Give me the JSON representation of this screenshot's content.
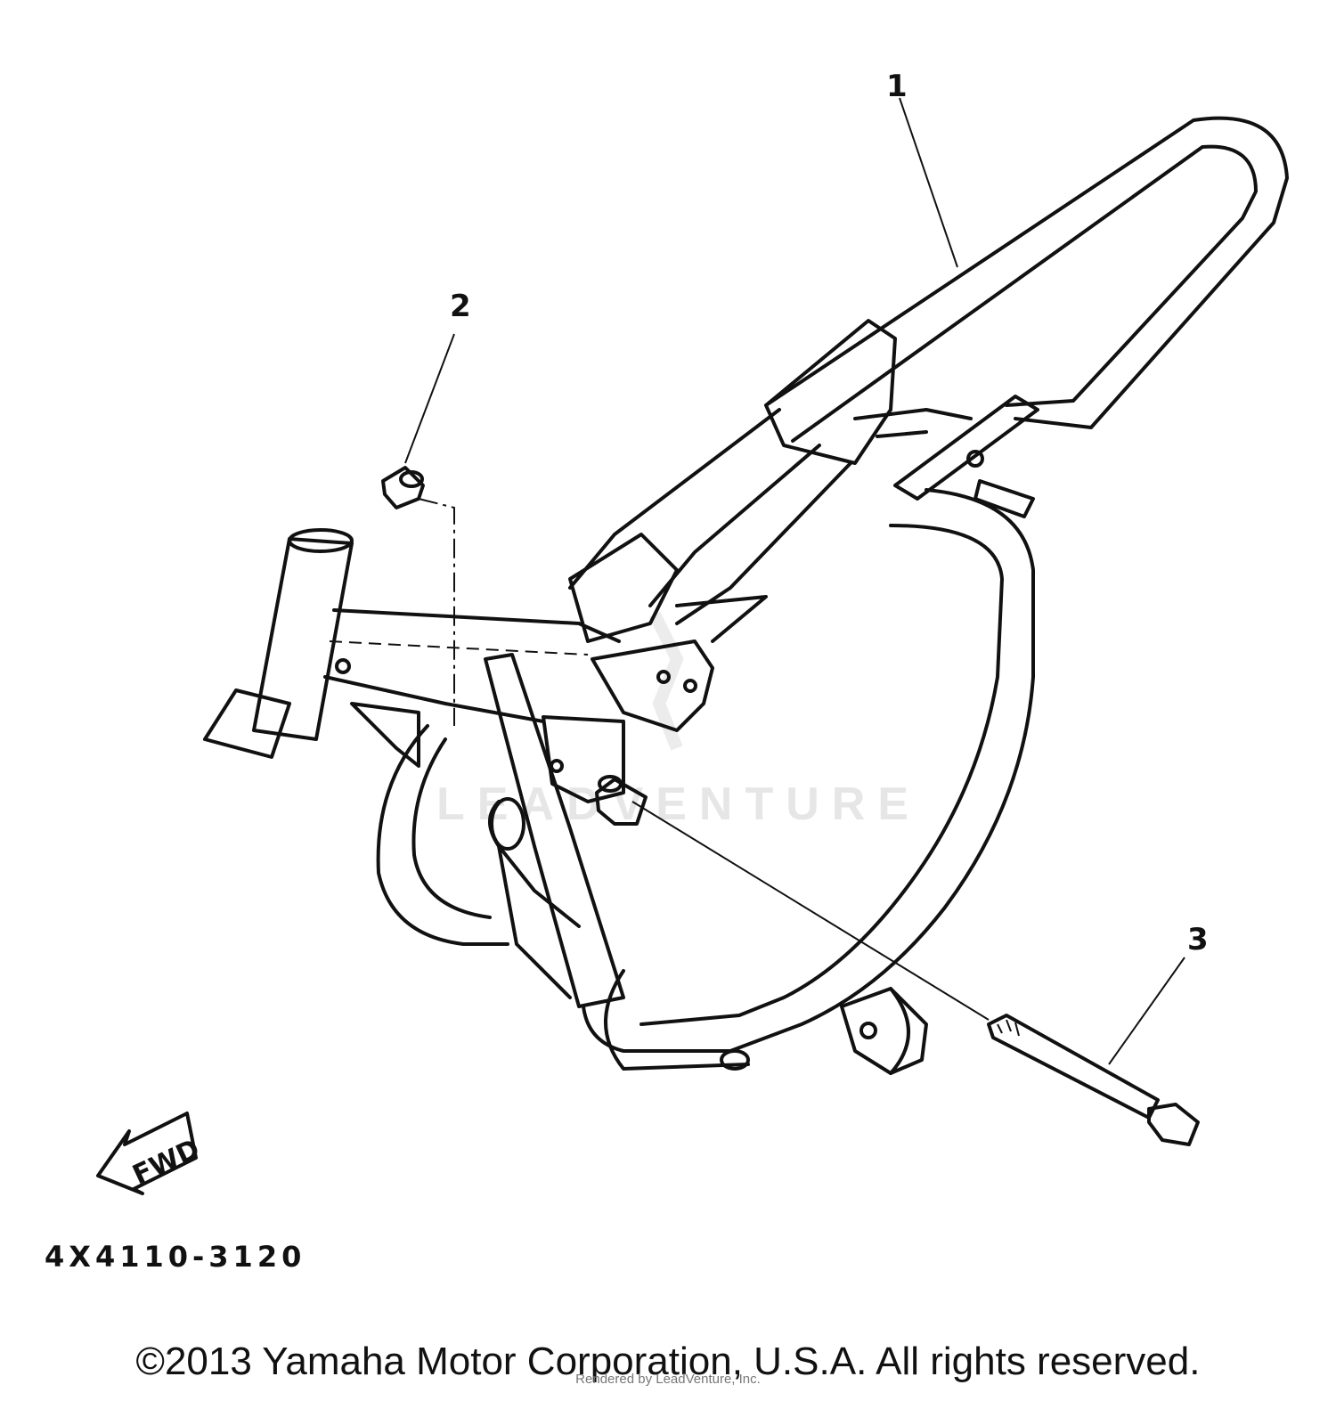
{
  "callouts": {
    "one": "1",
    "two": "2",
    "three": "3"
  },
  "direction_label": "FWD",
  "diagram_code": "4X4110-3120",
  "watermark_text": "LEADVENTURE",
  "copyright": "©2013 Yamaha Motor Corporation, U.S.A. All rights reserved.",
  "render_credit": "Rendered by LeadVenture, Inc."
}
